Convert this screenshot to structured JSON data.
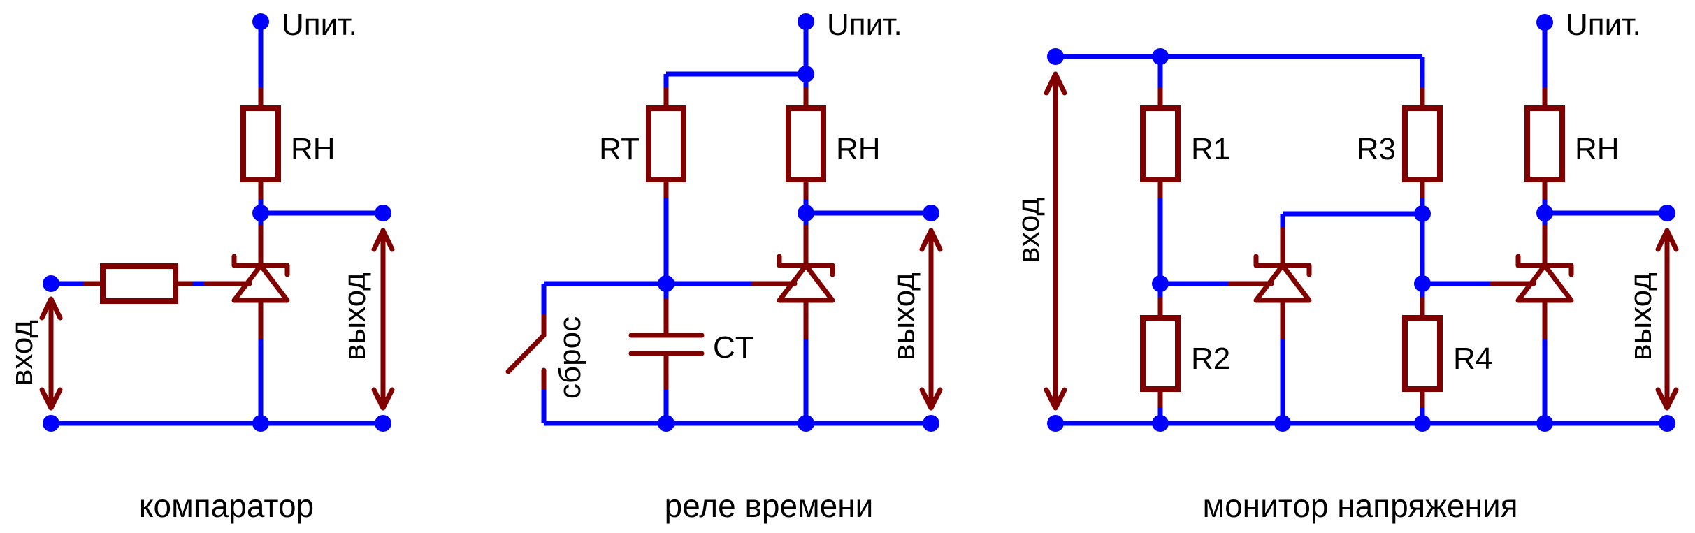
{
  "colors": {
    "wire": "#0000ff",
    "component": "#800000",
    "text": "#000000"
  },
  "circuits": [
    {
      "title": "компаратор",
      "supply_label": "Uпит.",
      "load_label": "RH",
      "input_label": "вход",
      "output_label": "выход"
    },
    {
      "title": "реле времени",
      "supply_label": "Uпит.",
      "timing_resistor_label": "RT",
      "load_label": "RH",
      "capacitor_label": "CT",
      "reset_label": "сброс",
      "output_label": "выход"
    },
    {
      "title": "монитор напряжения",
      "supply_label": "Uпит.",
      "r1_label": "R1",
      "r2_label": "R2",
      "r3_label": "R3",
      "r4_label": "R4",
      "load_label": "RH",
      "input_label": "вход",
      "output_label": "выход"
    }
  ]
}
